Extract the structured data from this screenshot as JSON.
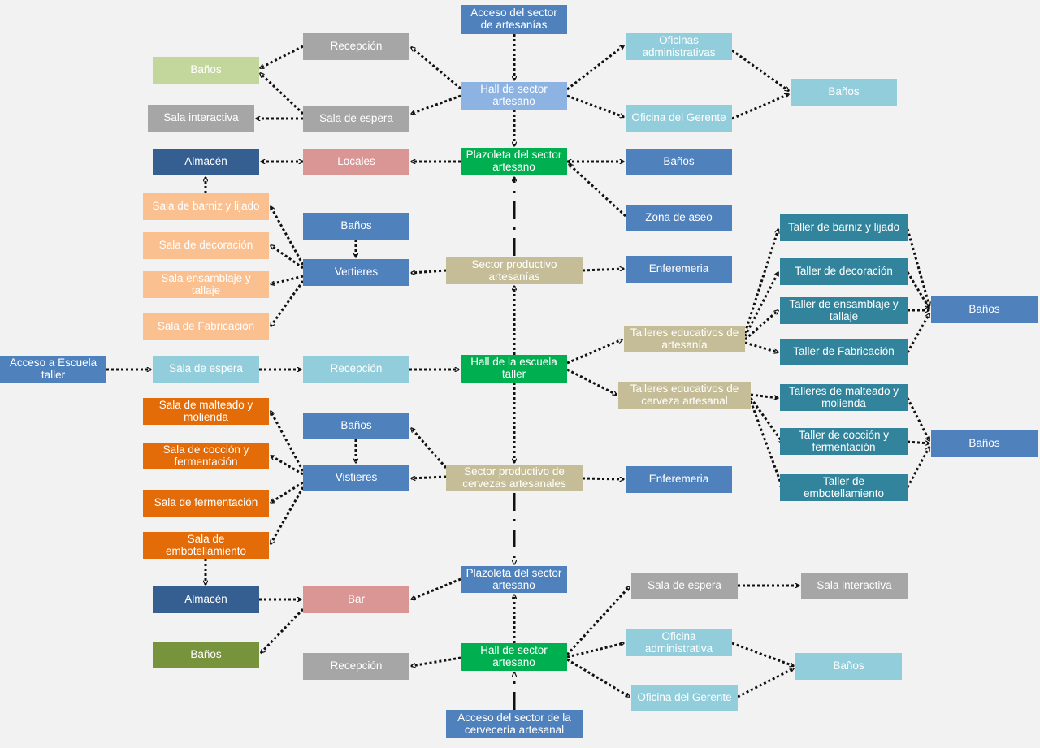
{
  "colors": {
    "background": "#f2f2f2",
    "edge": "#111111",
    "dblue": "#4f81bd",
    "navy": "#365f91",
    "lblue": "#92cddc",
    "pblue": "#8db3e2",
    "gray": "#a6a6a6",
    "lgreen": "#c3d69b",
    "green": "#00b050",
    "rose": "#da9694",
    "peach": "#fac090",
    "tan": "#c4bd97",
    "teal": "#31849b",
    "orange": "#e36c09",
    "olive": "#77933c"
  },
  "nodes": {
    "acceso_artesanias": "Acceso del sector de artesanías",
    "recepcion_1": "Recepción",
    "oficinas_admin": "Oficinas administrativas",
    "banos_1": "Baños",
    "hall_artesano_1": "Hall de sector artesano",
    "banos_2": "Baños",
    "sala_interactiva_1": "Sala interactiva",
    "sala_espera_1": "Sala de espera",
    "oficina_gerente_1": "Oficina del Gerente",
    "almacen_1": "Almacén",
    "locales": "Locales",
    "plazoleta_1": "Plazoleta del sector artesano",
    "banos_3": "Baños",
    "sala_barniz": "Sala de barniz y lijado",
    "zona_aseo": "Zona de aseo",
    "taller_barniz": "Taller de barniz y lijado",
    "banos_4": "Baños",
    "sala_decoracion": "Sala de decoración",
    "sector_artesanias": "Sector productivo artesanías",
    "enfermeria_1": "Enferemeria",
    "vertieres": "Vertieres",
    "taller_decoracion": "Taller de decoración",
    "sala_ensamblaje": "Sala ensamblaje y tallaje",
    "taller_ensamblaje": "Taller de ensamblaje y tallaje",
    "banos_5": "Baños",
    "sala_fabricacion": "Sala de Fabricación",
    "talleres_artesania": "Talleres educativos de artesanía",
    "taller_fabricacion": "Taller de Fabricación",
    "acceso_escuela": "Acceso a Escuela taller",
    "sala_espera_2": "Sala de espera",
    "recepcion_2": "Recepción",
    "hall_escuela": "Hall de  la escuela taller",
    "talleres_cerveza": "Talleres educativos de cerveza artesanal",
    "talleres_malteado": "Talleres de malteado y molienda",
    "sala_malteado": "Sala de malteado y molienda",
    "banos_6": "Baños",
    "taller_coccion": "Taller de cocción y fermentación",
    "banos_7": "Baños",
    "sala_coccion": "Sala de cocción y fermentación",
    "vistieres": "Vistieres",
    "sector_cervezas": "Sector productivo de cervezas artesanales",
    "enfermeria_2": "Enferemeria",
    "taller_embotellamiento": "Taller de embotellamiento",
    "sala_fermentacion": "Sala de fermentación",
    "sala_embotellamiento": "Sala de embotellamiento",
    "plazoleta_2": "Plazoleta del sector artesano",
    "almacen_2": "Almacén",
    "bar": "Bar",
    "sala_espera_3": "Sala de espera",
    "sala_interactiva_2": "Sala interactiva",
    "oficina_admin_2": "Oficina administrativa",
    "banos_8": "Baños",
    "recepcion_3": "Recepción",
    "hall_artesano_2": "Hall de sector artesano",
    "oficina_gerente_2": "Oficina del Gerente",
    "acceso_cerveceria": "Acceso del sector de la cervecería artesanal"
  }
}
